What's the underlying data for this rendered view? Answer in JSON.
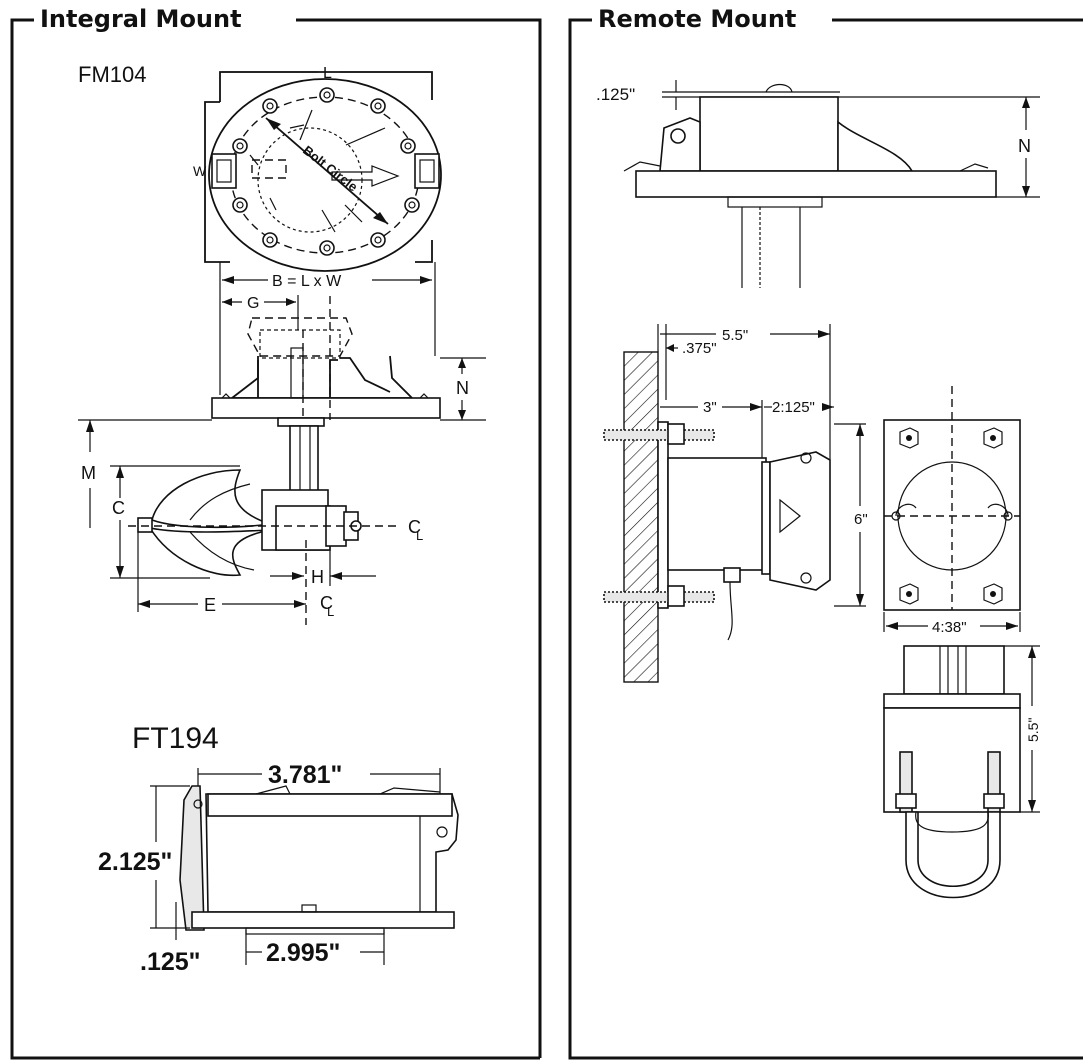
{
  "panels": {
    "integral": {
      "title": "Integral Mount"
    },
    "remote": {
      "title": "Remote Mount"
    }
  },
  "integral": {
    "model_fm": "FM104",
    "model_ft": "FT194",
    "labels": {
      "L": "L",
      "W": "W",
      "bolt_circle": "Bolt Circle",
      "B": "B = L x W",
      "G": "G",
      "N": "N",
      "M": "M",
      "C": "C",
      "CL1": "C",
      "CL1_sub": "L",
      "H": "H",
      "E": "E",
      "CL2": "C",
      "CL2_sub": "L"
    },
    "ft_dims": {
      "width": "3.781\"",
      "height": "2.125\"",
      "base": ".125\"",
      "bottom": "2.995\""
    }
  },
  "remote": {
    "dims": {
      "top_gap": ".125\"",
      "N": "N",
      "d55_top": "5.5\"",
      "d375": ".375\"",
      "d3": "3\"",
      "d2125": "2:125\"",
      "d6": "6\"",
      "d438": "4:38\"",
      "d55_side": "5.5\""
    }
  }
}
